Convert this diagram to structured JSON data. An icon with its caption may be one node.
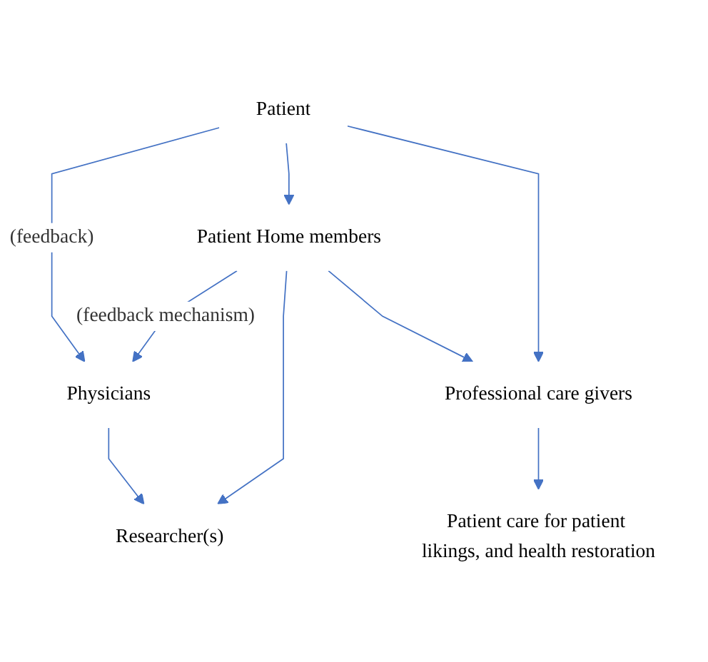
{
  "diagram": {
    "nodes": [
      {
        "text": [
          "Patient"
        ]
      },
      {
        "text": [
          "Physicians"
        ]
      },
      {
        "text": [
          "Researcher(s)"
        ]
      },
      {
        "text": [
          "Patient Home members"
        ]
      },
      {
        "text": [
          "Professional care givers"
        ]
      },
      {
        "text": [
          "Patient care for patient likings, and health restoration"
        ]
      }
    ],
    "edges": [
      {
        "from": 0,
        "to": 1,
        "arrow": "to",
        "label": "(feedback)"
      },
      {
        "from": 1,
        "to": 2,
        "arrow": "to"
      },
      {
        "from": 0,
        "to": 3,
        "arrow": "to"
      },
      {
        "from": 3,
        "to": 1,
        "arrow": "to",
        "label": "(feedback mechanism)"
      },
      {
        "from": 3,
        "to": 2,
        "arrow": "to"
      },
      {
        "from": 0,
        "to": 4,
        "arrow": "to"
      },
      {
        "from": 3,
        "to": 4,
        "arrow": "to"
      },
      {
        "from": 4,
        "to": 5,
        "arrow": "to"
      }
    ]
  }
}
